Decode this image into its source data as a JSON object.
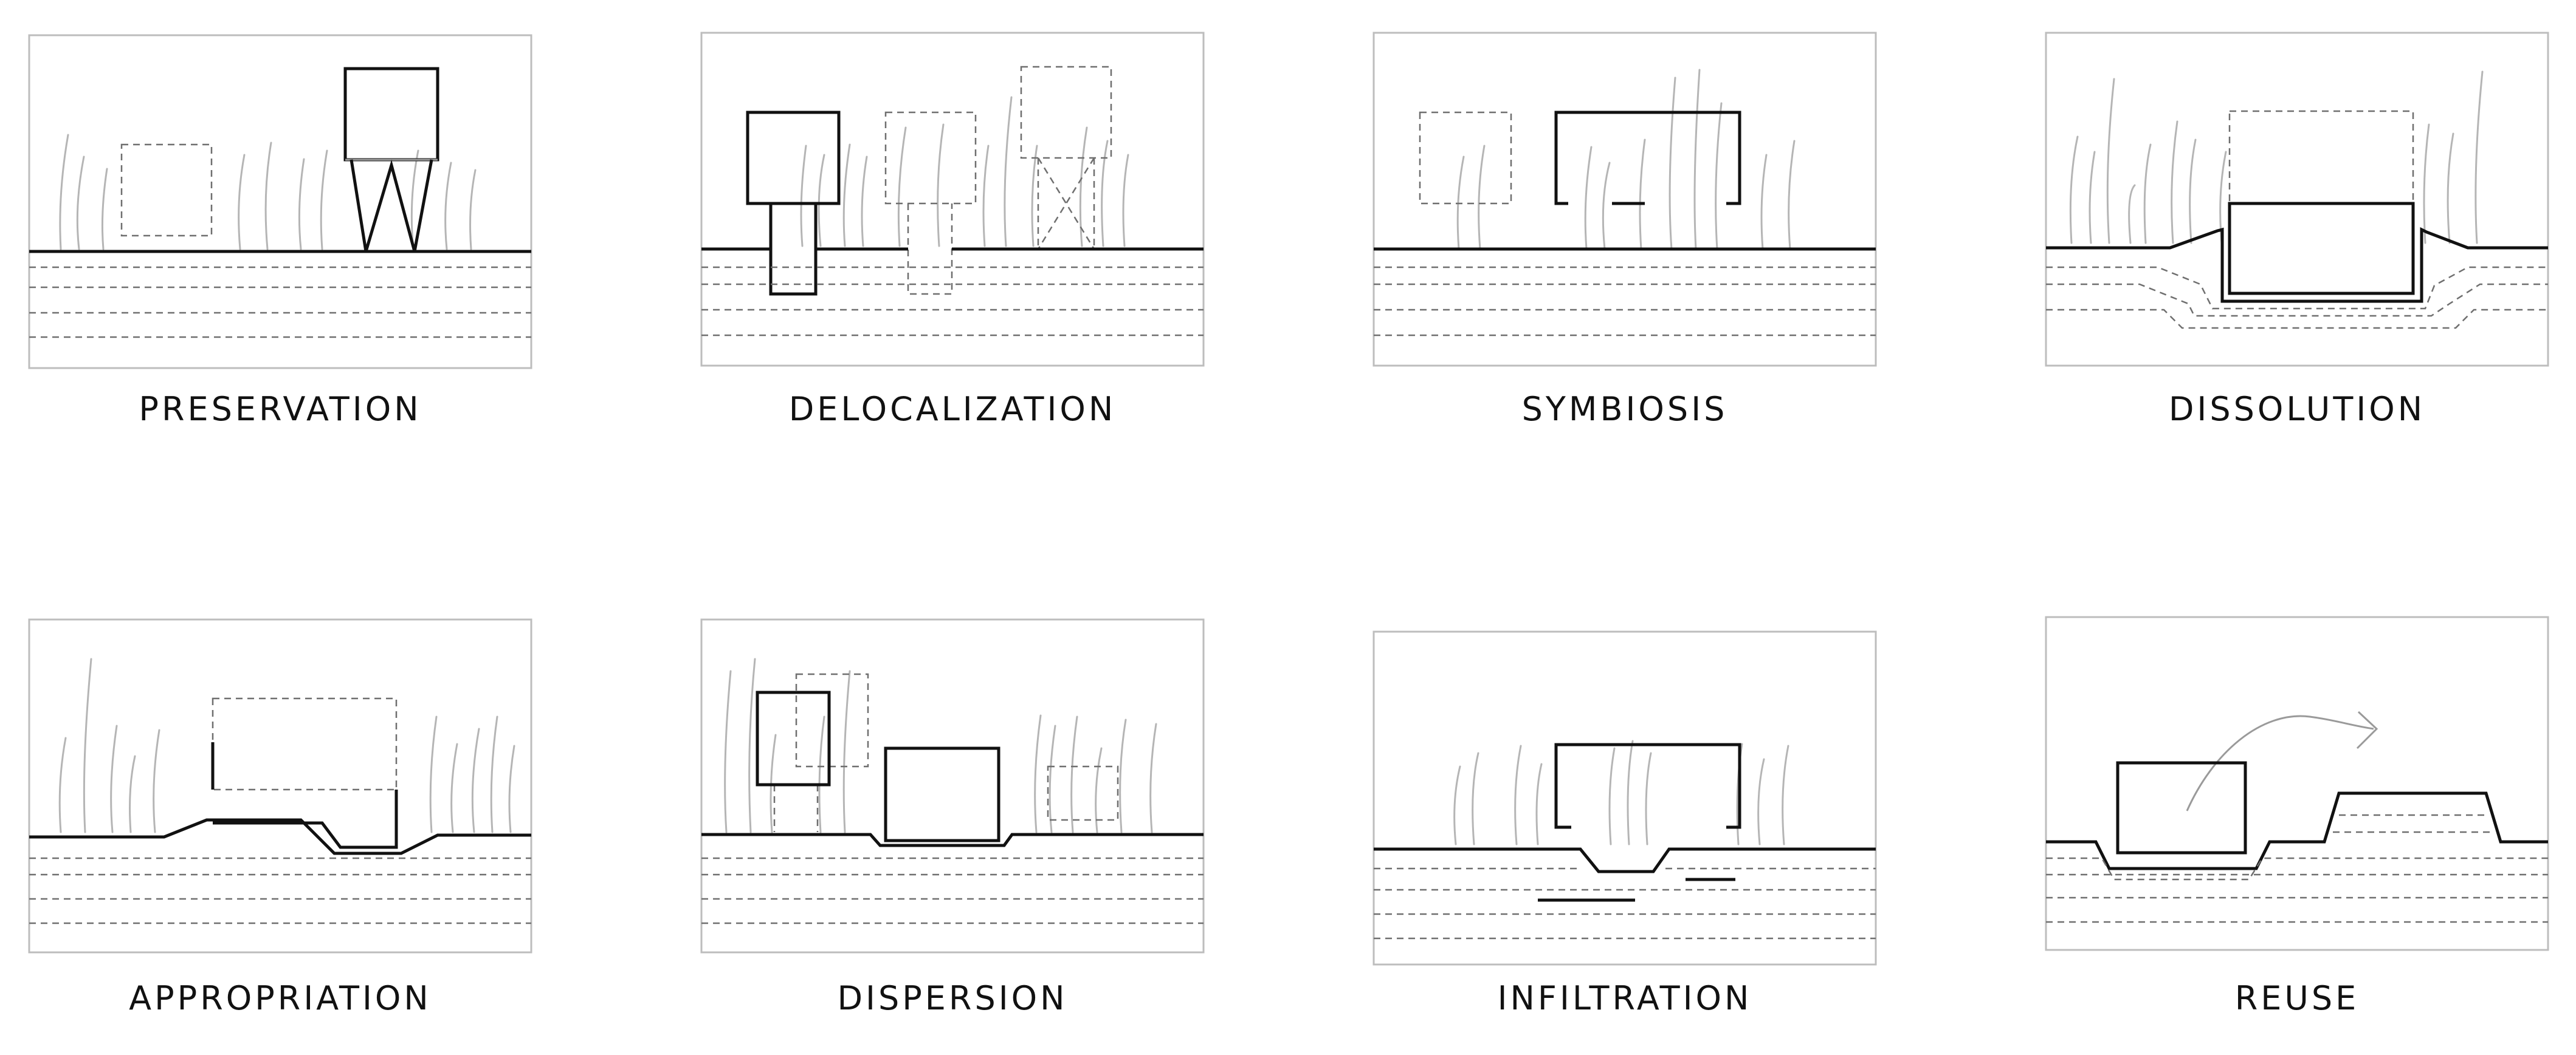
{
  "panels": [
    {
      "label": "PRESERVATION"
    },
    {
      "label": "DELOCALIZATION"
    },
    {
      "label": "SYMBIOSIS"
    },
    {
      "label": "DISSOLUTION"
    },
    {
      "label": "APPROPRIATION"
    },
    {
      "label": "DISPERSION"
    },
    {
      "label": "INFILTRATION"
    },
    {
      "label": "REUSE"
    }
  ],
  "colors": {
    "frame": "#bdbdbd",
    "solid": "#111111",
    "dashed": "#6f6f6f",
    "grass": "#b5b5b5"
  }
}
